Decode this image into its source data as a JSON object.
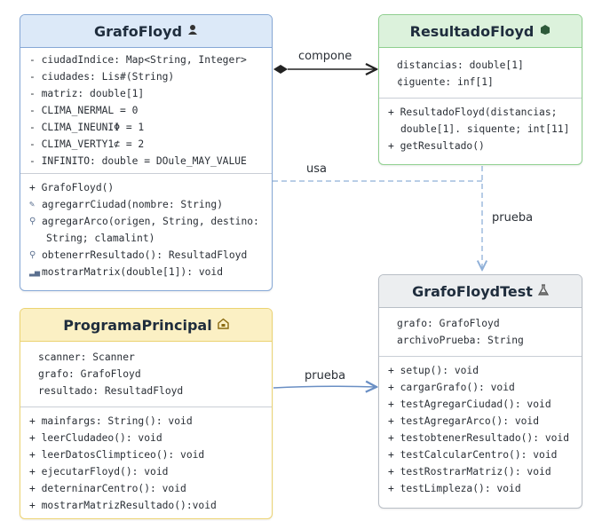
{
  "classes": {
    "grafo_floyd": {
      "name": "GrafoFloyd",
      "icon": "person-icon",
      "attributes": [
        "- ciudadIndice: Map<String, Integer>",
        "- ciudades: Lis#(String)",
        "- matriz: double[1]",
        "- CLIMA_NERMAL = 0",
        "- CLIMA_INEUNIΦ = 1",
        "- CLIMA_VERTY1⊄ = 2",
        "- INFINITO: double = DOule_MAY_VALUE"
      ],
      "methods": [
        {
          "icon": "plus",
          "text": "+ GrafoFloyd()"
        },
        {
          "icon": "pencil-icon",
          "text": "agregarrCiudad(nombre: String)"
        },
        {
          "icon": "search-icon",
          "text": "agregarArco(origen, String, destino:"
        },
        {
          "icon": "",
          "text": "String; clamalint)"
        },
        {
          "icon": "search-icon",
          "text": "obtenerrResultado(): ResultadFloyd"
        },
        {
          "icon": "bars-icon",
          "text": "mostrarMatrix(double[1]): void"
        }
      ]
    },
    "resultado_floyd": {
      "name": "ResultadoFloyd",
      "icon": "box-icon",
      "attributes": [
        "distancias: double[1]",
        "¢iguente: inf[1]"
      ],
      "methods": [
        "+ ResultadoFloyd(distancias;",
        "double[1]. siquente; int[11]",
        "+ getResultado()"
      ]
    },
    "grafo_floyd_test": {
      "name": "GrafoFloydTest",
      "icon": "flask-icon",
      "attributes": [
        "grafo: GrafoFloyd",
        "archivoPrueba: String"
      ],
      "methods": [
        "+ setup(): void",
        "+ cargarGrafo(): void",
        "+ testAgregarCiudad(): void",
        "+ testAgregarArco(): void",
        "+ testobtenerResultado(): void",
        "+ testCalcularCentro(): void",
        "+ testRostrarMatriz(): void",
        "+ testLimpleza(): void"
      ]
    },
    "programa_principal": {
      "name": "ProgramaPrincipal",
      "icon": "home-icon",
      "attributes": [
        "scanner: Scanner",
        "grafo: GrafoFloyd",
        "resultado: ResultadFloyd"
      ],
      "methods": [
        "+ mainfargs: String(): void",
        "+ leerCludadeo(): void",
        "+ leerDatosClimpticeo(): void",
        "+ ejecutarFloyd(): void",
        "+ deterninarCentro(): void",
        "+ mostrarMatrizResultado():void"
      ]
    }
  },
  "relations": {
    "compone": "compone",
    "usa": "usa",
    "prueba_vertical": "prueba",
    "prueba_horizontal": "prueba"
  },
  "colors": {
    "grafo_border": "#86a8d6",
    "resultado_border": "#8fcf8f",
    "test_border": "#b8bec6",
    "programa_border": "#ecd372",
    "dashed_line": "#8fb0d8",
    "solid_blue_line": "#6a8fc4"
  }
}
